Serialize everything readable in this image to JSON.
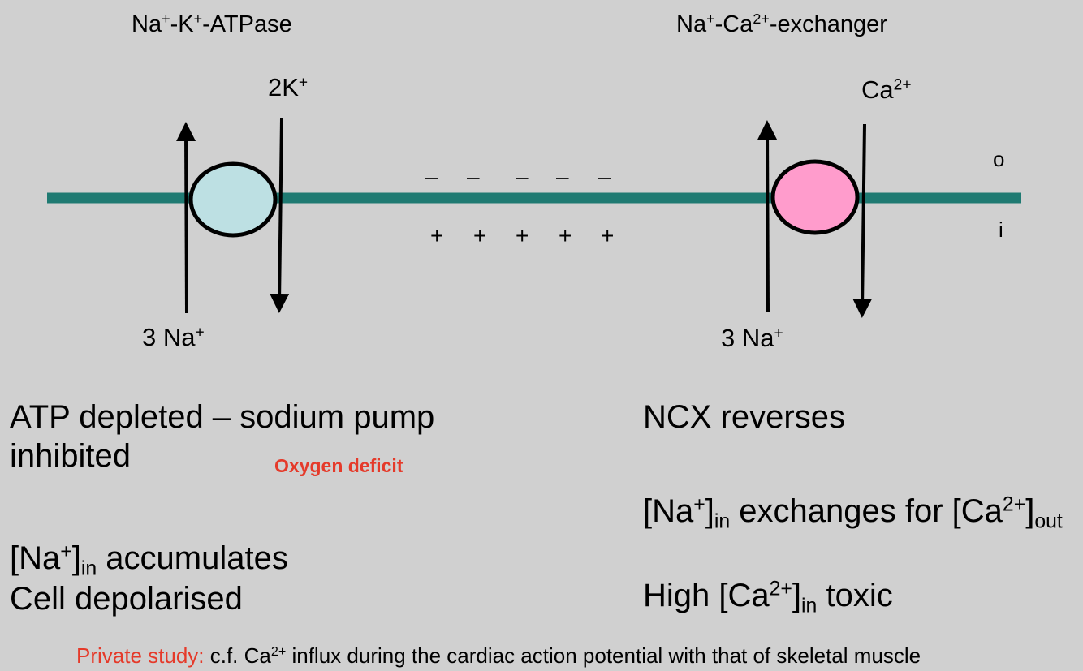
{
  "colors": {
    "background": "#d0d0d0",
    "membrane": "#1f7a72",
    "pump_fill": "#bde0e3",
    "exchanger_fill": "#ff9ccc",
    "highlight_red": "#e53a2a"
  },
  "labels": {
    "pump_title": {
      "a": "Na",
      "a_sup": "+",
      "b": "-K",
      "b_sup": "+",
      "c": "-ATPase"
    },
    "exchanger_title": {
      "a": "Na",
      "a_sup": "+",
      "b": "-Ca",
      "b_sup": "2+",
      "c": "-exchanger"
    },
    "pump_out_ion": {
      "text": "2K",
      "sup": "+"
    },
    "pump_in_ion": {
      "text": "3 Na",
      "sup": "+"
    },
    "exchanger_out_ion": {
      "text": "Ca",
      "sup": "2+"
    },
    "exchanger_in_ion": {
      "text": "3 Na",
      "sup": "+"
    },
    "outside": "o",
    "inside": "i",
    "negative_charges": [
      "–",
      "–",
      "–",
      "–",
      "–"
    ],
    "positive_charges": [
      "+",
      "+",
      "+",
      "+",
      "+"
    ]
  },
  "notes": {
    "atp_line1": "ATP depleted –  sodium pump",
    "atp_line2": "inhibited",
    "oxygen": "Oxygen deficit",
    "na_accum": {
      "open": "[Na",
      "sup": "+",
      "close": "]",
      "sub": "in",
      "tail": " accumulates"
    },
    "depolarised": "Cell depolarised",
    "ncx_reverses": "NCX reverses",
    "exchange": {
      "p1": "[Na",
      "p1_sup": "+",
      "p1_close": "]",
      "p1_sub": "in",
      "mid": " exchanges for [Ca",
      "p2_sup": "2+",
      "p2_close": "]",
      "p2_sub": "out"
    },
    "high_ca": {
      "pre": "High [Ca",
      "sup": "2+",
      "close": "]",
      "sub": "in",
      "tail": " toxic"
    }
  },
  "footer": {
    "label": "Private study:",
    "pre": " c.f. Ca",
    "sup": "2+",
    "rest": " influx during the cardiac  action potential with that of skeletal muscle"
  }
}
